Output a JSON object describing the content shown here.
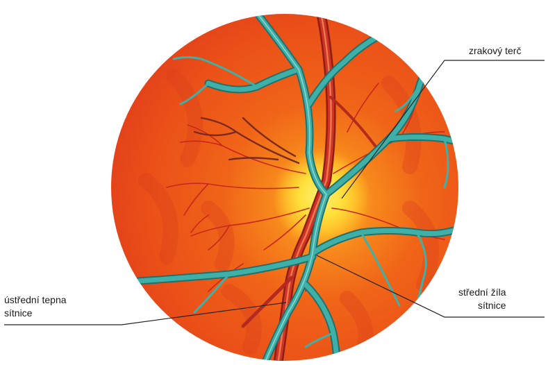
{
  "labels": {
    "optic_disc": "zrakový terč",
    "central_artery_line1": "ústřední tepna",
    "central_artery_line2": "sítnice",
    "central_vein_line1": "střední žíla",
    "central_vein_line2": "sítnice"
  },
  "colors": {
    "retina": "#ee5418",
    "retina_edge": "#e4401a",
    "disc": "#ffe23a",
    "artery": "#c4281f",
    "vein": "#3ea9a3",
    "leader": "#222222"
  }
}
